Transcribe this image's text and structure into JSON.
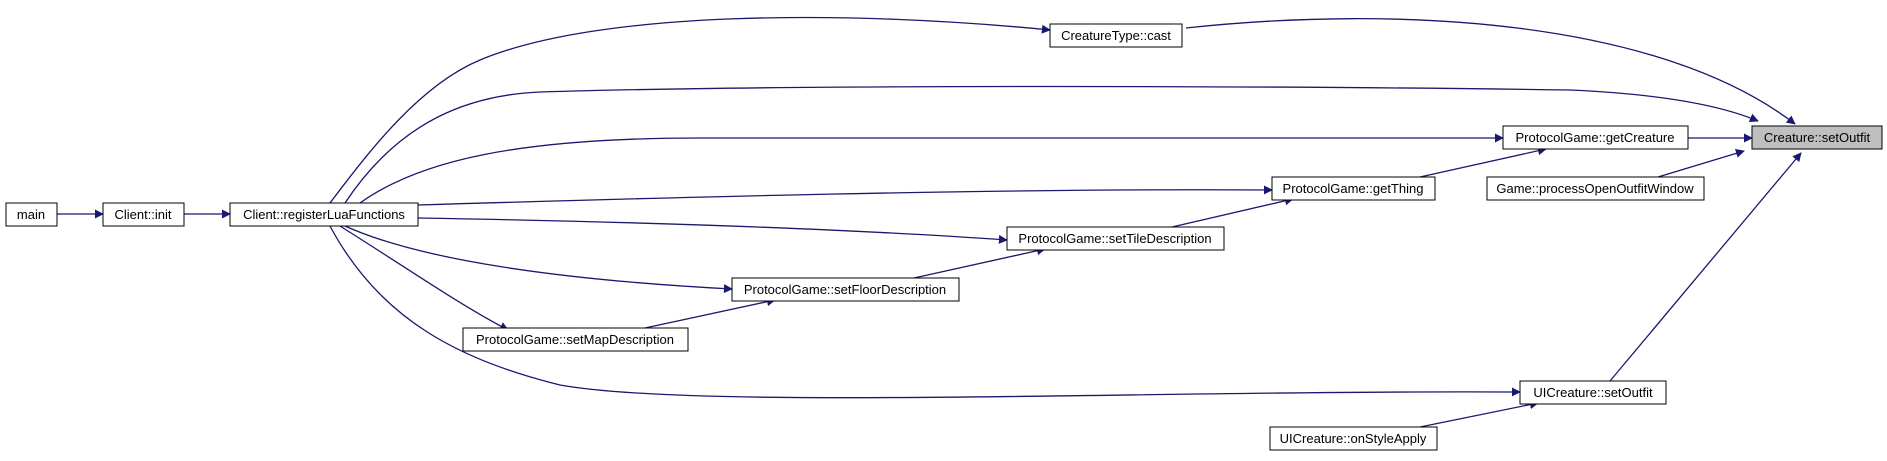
{
  "graph": {
    "nodes": {
      "main": "main",
      "client_init": "Client::init",
      "register_lua": "Client::registerLuaFunctions",
      "creature_type_cast": "CreatureType::cast",
      "get_creature": "ProtocolGame::getCreature",
      "process_open_outfit": "Game::processOpenOutfitWindow",
      "get_thing": "ProtocolGame::getThing",
      "set_tile_desc": "ProtocolGame::setTileDescription",
      "set_floor_desc": "ProtocolGame::setFloorDescription",
      "set_map_desc": "ProtocolGame::setMapDescription",
      "uicreature_set_outfit": "UICreature::setOutfit",
      "uicreature_on_style": "UICreature::onStyleApply",
      "creature_set_outfit": "Creature::setOutfit"
    },
    "colors": {
      "edge": "#191970",
      "focus_fill": "#bfbfbf",
      "node_border": "#000000"
    }
  }
}
